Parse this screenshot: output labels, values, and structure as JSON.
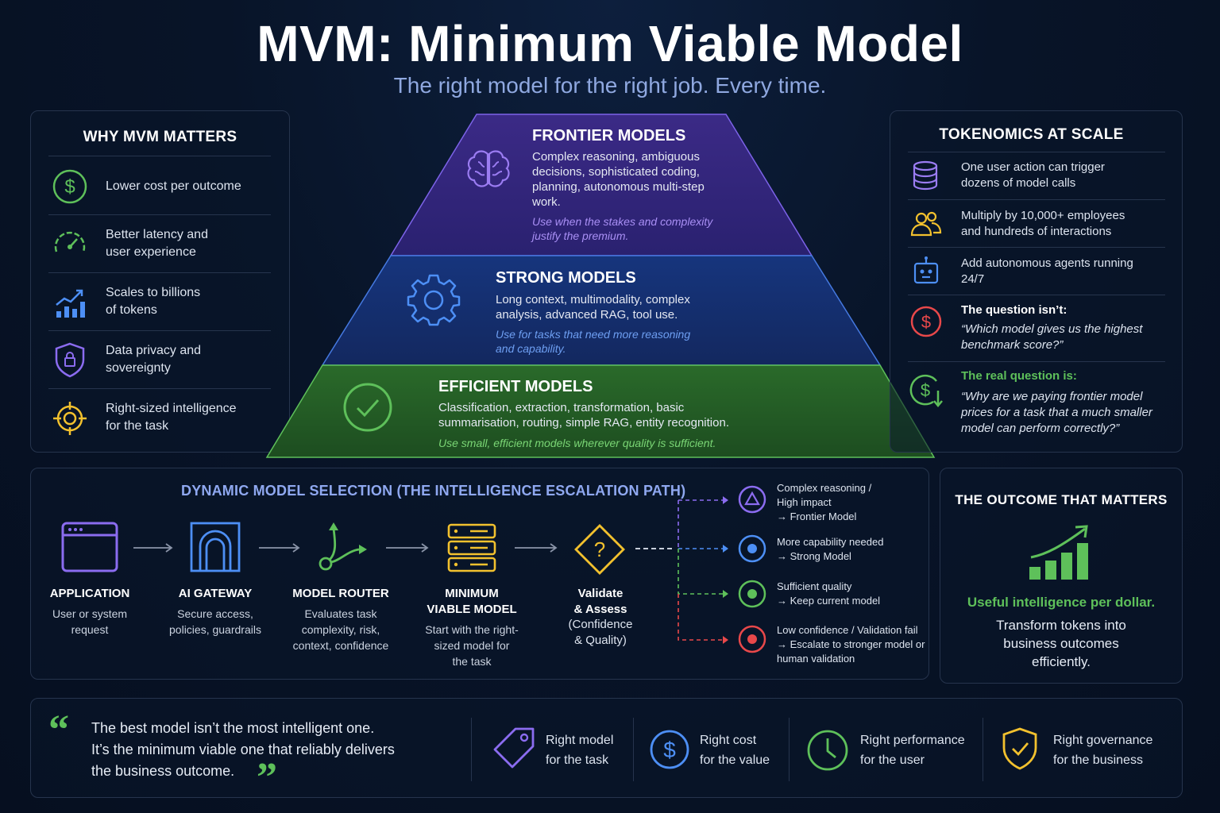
{
  "header": {
    "title": "MVM: Minimum Viable Model",
    "subtitle": "The right model for the right job. Every time."
  },
  "why_panel": {
    "title": "WHY MVM MATTERS",
    "items": [
      {
        "icon": "dollar-circle-icon",
        "line1": "Lower cost per outcome",
        "line2": ""
      },
      {
        "icon": "speedometer-icon",
        "line1": "Better latency and",
        "line2": "user experience"
      },
      {
        "icon": "bar-chart-up-icon",
        "line1": "Scales to billions",
        "line2": "of tokens"
      },
      {
        "icon": "shield-lock-icon",
        "line1": "Data privacy and",
        "line2": "sovereignty"
      },
      {
        "icon": "target-icon",
        "line1": "Right-sized intelligence",
        "line2": "for the task"
      }
    ]
  },
  "pyramid": {
    "frontier": {
      "icon": "brain-icon",
      "title": "FRONTIER MODELS",
      "desc": [
        "Complex reasoning, ambiguous",
        "decisions, sophisticated coding,",
        "planning, autonomous multi-step",
        "work."
      ],
      "note": [
        "Use when the stakes and complexity",
        "justify the premium."
      ]
    },
    "strong": {
      "icon": "gear-icon",
      "title": "STRONG MODELS",
      "desc": [
        "Long context, multimodality, complex",
        "analysis, advanced RAG, tool use."
      ],
      "note": [
        "Use for tasks that need more reasoning",
        "and capability."
      ]
    },
    "efficient": {
      "icon": "check-circle-icon",
      "title": "EFFICIENT MODELS",
      "desc": [
        "Classification, extraction, transformation, basic",
        "summarisation, routing, simple RAG, entity recognition."
      ],
      "note": [
        "Use small, efficient models wherever quality is sufficient."
      ]
    }
  },
  "tokenomics": {
    "title": "TOKENOMICS AT SCALE",
    "items": [
      {
        "icon": "database-icon",
        "line1": "One user action can trigger",
        "line2": "dozens of model calls"
      },
      {
        "icon": "users-icon",
        "line1": "Multiply by 10,000+ employees",
        "line2": "and hundreds of interactions"
      },
      {
        "icon": "robot-icon",
        "line1": "Add autonomous agents running",
        "line2": "24/7"
      }
    ],
    "question": {
      "icon": "dollar-red-icon",
      "heading": "The question isn’t:",
      "lines": [
        "“Which model gives us the highest",
        "benchmark score?”"
      ]
    },
    "real_question": {
      "icon": "dollar-down-icon",
      "heading": "The real question is:",
      "lines": [
        "“Why are we paying frontier model",
        "prices for a task that a much smaller",
        "model can perform correctly?”"
      ]
    }
  },
  "selection": {
    "title": "DYNAMIC MODEL SELECTION (THE INTELLIGENCE ESCALATION PATH)",
    "steps": [
      {
        "icon": "app-window-icon",
        "label": [
          "APPLICATION"
        ],
        "desc": [
          "User or system",
          "request"
        ]
      },
      {
        "icon": "gateway-arch-icon",
        "label": [
          "AI GATEWAY"
        ],
        "desc": [
          "Secure access,",
          "policies, guardrails"
        ]
      },
      {
        "icon": "router-branch-icon",
        "label": [
          "MODEL ROUTER"
        ],
        "desc": [
          "Evaluates task",
          "complexity, risk,",
          "context, confidence"
        ]
      },
      {
        "icon": "server-stack-icon",
        "label": [
          "MINIMUM",
          "VIABLE MODEL"
        ],
        "desc": [
          "Start with the right-",
          "sized model for",
          "the task"
        ]
      },
      {
        "icon": "question-diamond-icon",
        "label": [
          "Validate",
          "& Assess"
        ],
        "desc": [
          "(Confidence",
          "& Quality)"
        ]
      }
    ],
    "branches": [
      {
        "color": "#8b6cf0",
        "lines": [
          "Complex reasoning /",
          "High impact",
          "→ Frontier Model"
        ]
      },
      {
        "color": "#4d8ff5",
        "lines": [
          "More capability needed",
          "→ Strong Model"
        ]
      },
      {
        "color": "#5ec05a",
        "lines": [
          "Sufficient quality",
          "→ Keep current model"
        ]
      },
      {
        "color": "#e8484a",
        "lines": [
          "Low confidence / Validation fail",
          "→ Escalate to stronger model or",
          "human validation"
        ]
      }
    ]
  },
  "outcome": {
    "title": "THE OUTCOME THAT MATTERS",
    "icon": "growth-chart-icon",
    "highlight": "Useful intelligence per dollar.",
    "lines": [
      "Transform tokens into",
      "business outcomes",
      "efficiently."
    ]
  },
  "footer": {
    "quote": [
      "The best model isn’t the most intelligent one.",
      "It’s the minimum viable one that reliably delivers",
      "the business outcome."
    ],
    "items": [
      {
        "icon": "tag-icon",
        "line1": "Right model",
        "line2": "for the task"
      },
      {
        "icon": "dollar-blue-icon",
        "line1": "Right cost",
        "line2": "for the value"
      },
      {
        "icon": "clock-icon",
        "line1": "Right performance",
        "line2": "for the user"
      },
      {
        "icon": "shield-check-icon",
        "line1": "Right governance",
        "line2": "for the business"
      }
    ]
  },
  "colors": {
    "green": "#5ec05a",
    "blue": "#4d8ff5",
    "purple": "#8b6cf0",
    "yellow": "#f2c12e",
    "red": "#e8484a"
  }
}
